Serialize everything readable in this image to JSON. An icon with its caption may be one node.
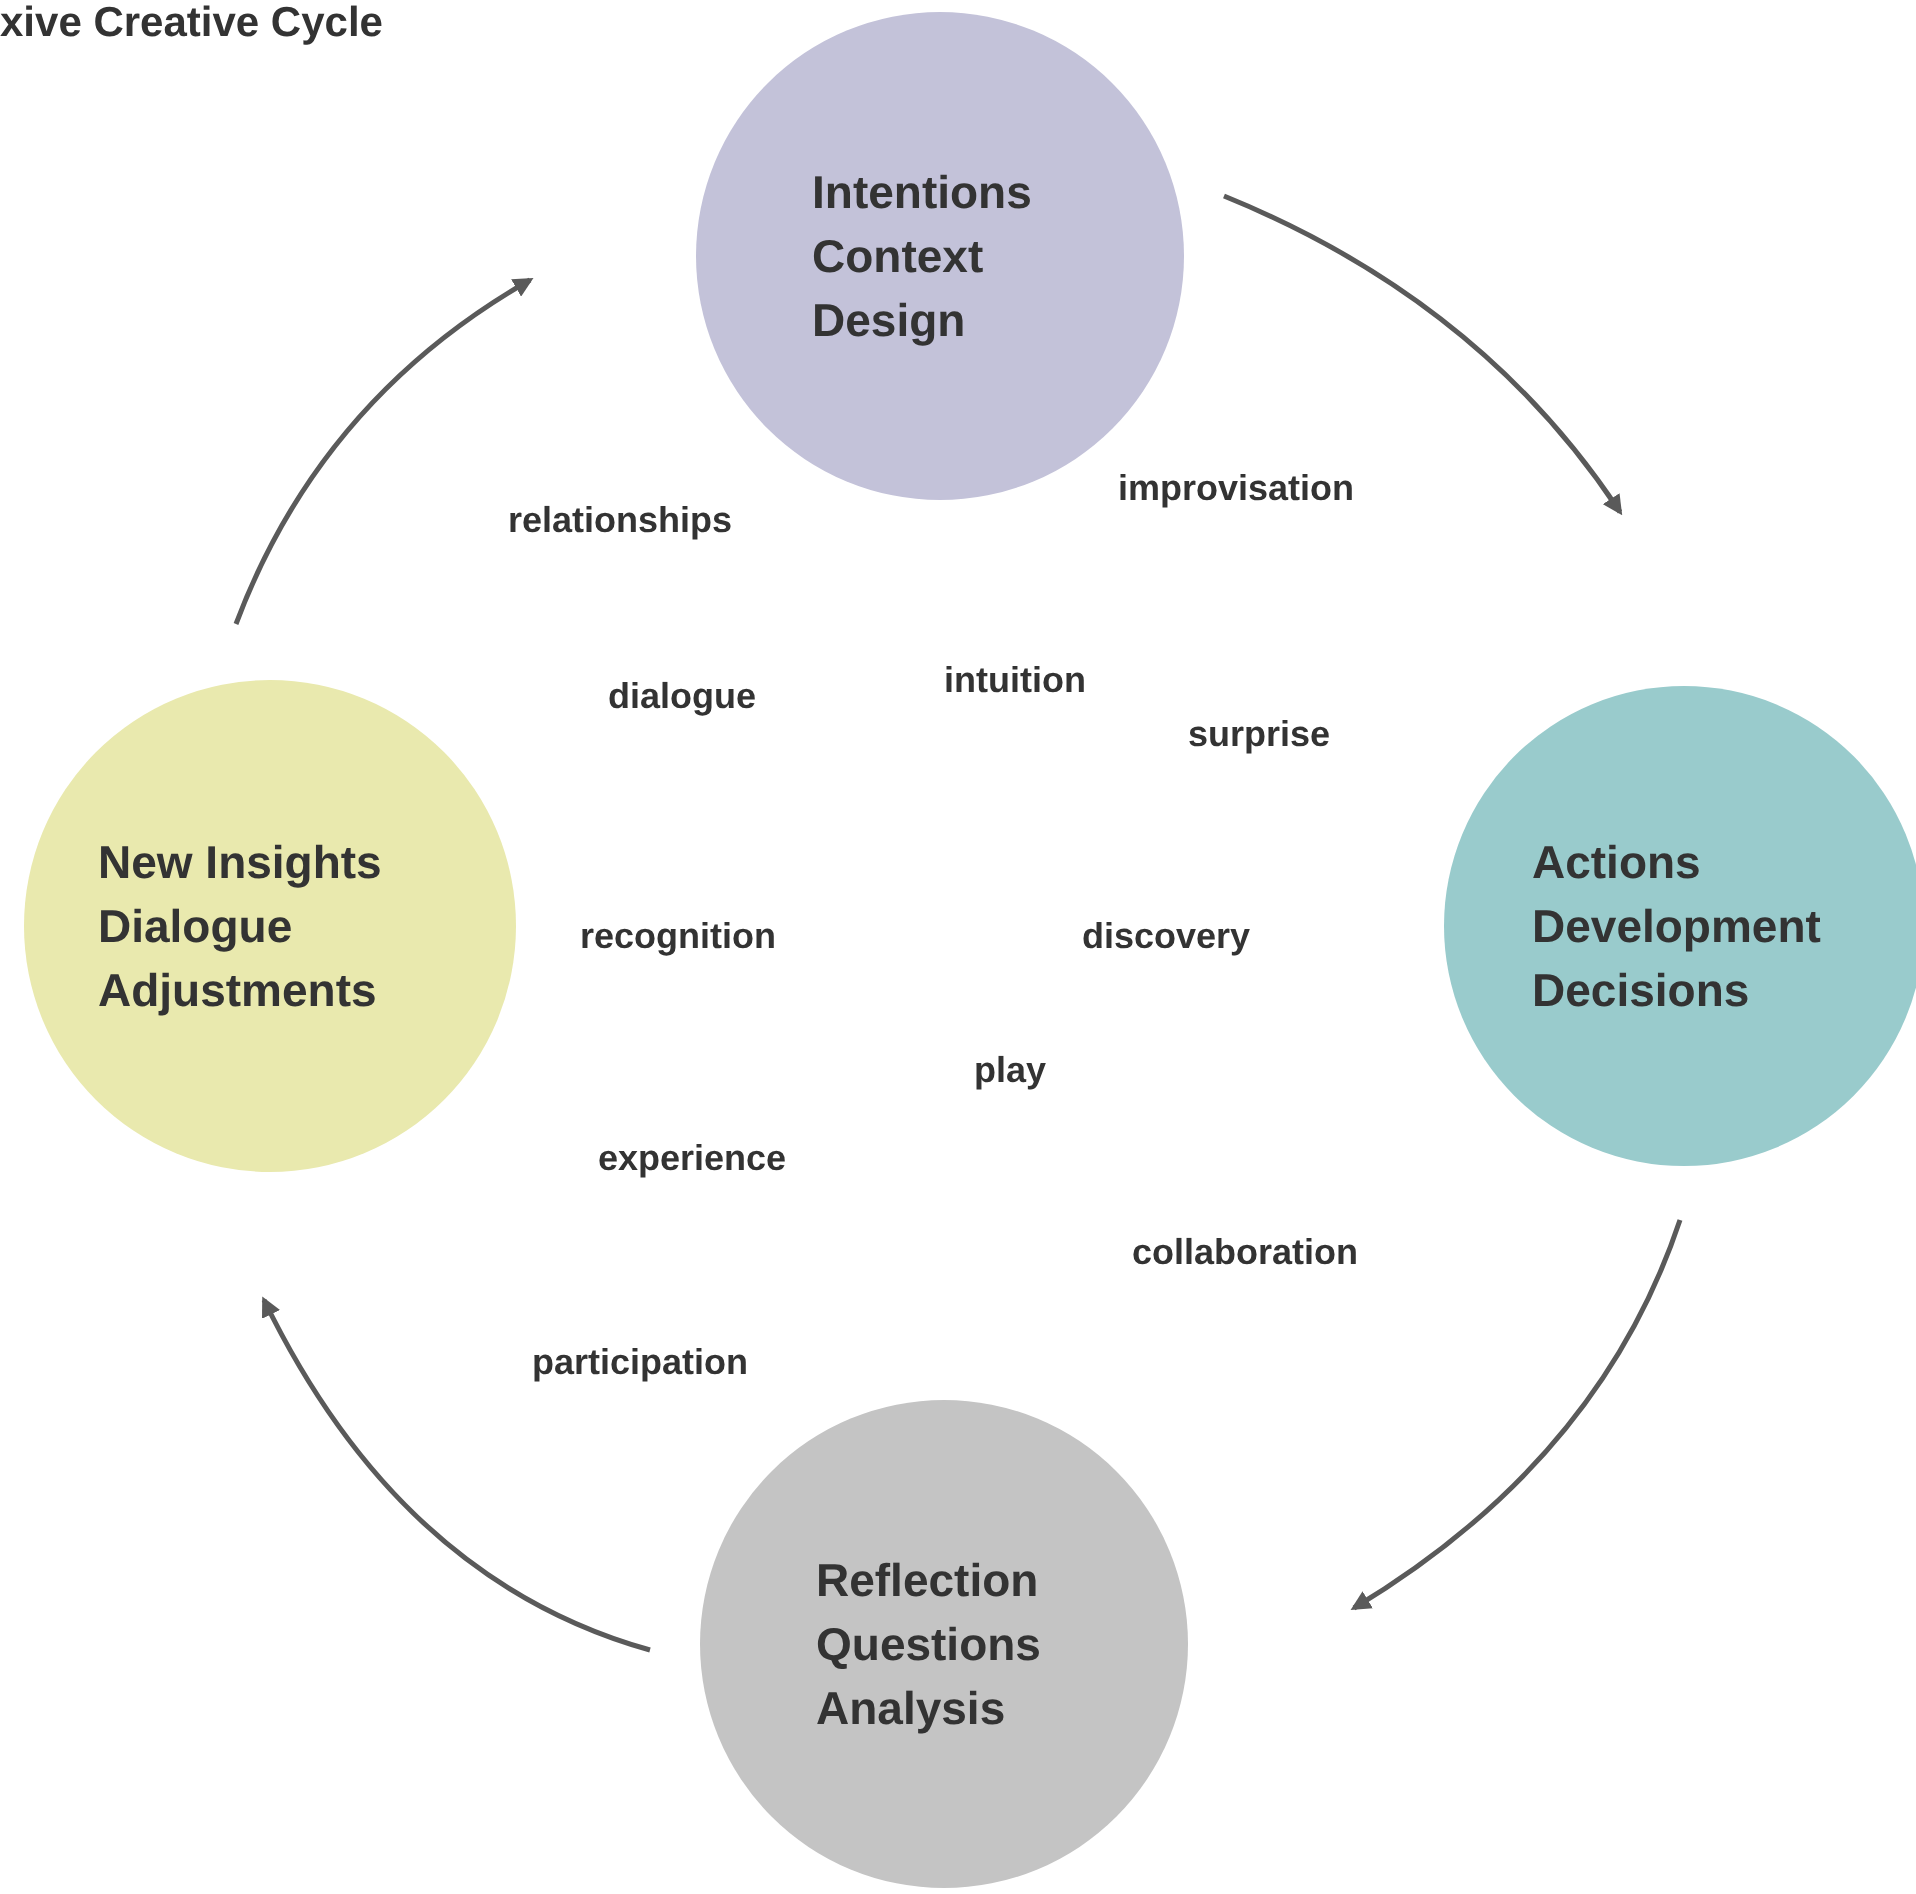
{
  "diagram": {
    "title": "xive Creative Cycle",
    "nodes": [
      {
        "text": [
          "Intentions",
          "Context",
          "Design"
        ]
      },
      {
        "text": [
          "New Insights",
          "Dialogue",
          "Adjustments"
        ]
      },
      {
        "text": [
          "Actions",
          "Development",
          "Decisions"
        ]
      },
      {
        "text": [
          "Reflection",
          "Questions",
          "Analysis"
        ]
      }
    ],
    "edges": [
      {
        "from": 0,
        "to": 2,
        "arrow": "to"
      },
      {
        "from": 2,
        "to": 3,
        "arrow": "to"
      },
      {
        "from": 3,
        "to": 1,
        "arrow": "to"
      },
      {
        "from": 1,
        "to": 0,
        "arrow": "to"
      }
    ],
    "labels": [
      "improvisation",
      "relationships",
      "dialogue",
      "intuition",
      "surprise",
      "recognition",
      "discovery",
      "play",
      "experience",
      "collaboration",
      "participation"
    ]
  }
}
